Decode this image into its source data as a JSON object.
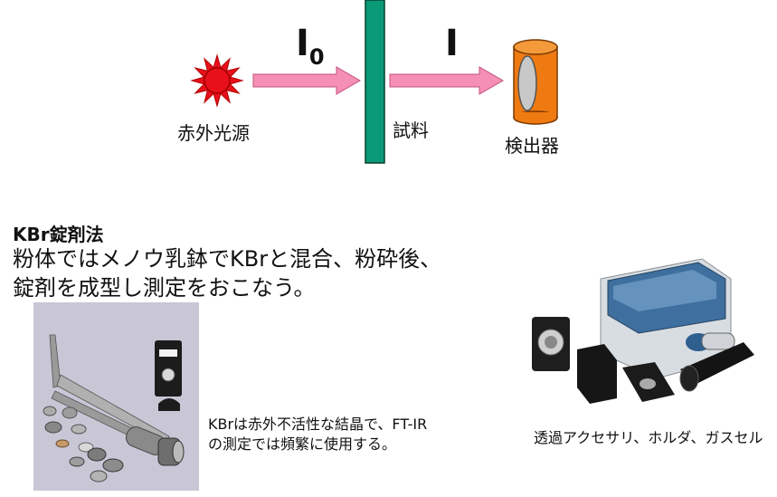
{
  "diagram": {
    "source_label": "赤外光源",
    "sample_label": "試料",
    "detector_label": "検出器",
    "incident_symbol": "I",
    "incident_subscript": "0",
    "transmitted_symbol": "I",
    "colors": {
      "source": "#e8101a",
      "arrow": "#f58fb4",
      "sample": "#0a9a78",
      "detector": "#f07a12"
    }
  },
  "section": {
    "heading": "KBr錠剤法",
    "description": "粉体ではメノウ乳鉢でKBrと混合、粉砕後、錠剤を成型し測定をおこなう。"
  },
  "kbr_photo": {
    "caption": "KBrは赤外不活性な結晶で、FT-IRの測定では頻繁に使用する。"
  },
  "accessory_photo": {
    "caption": "透過アクセサリ、ホルダ、ガスセル"
  }
}
